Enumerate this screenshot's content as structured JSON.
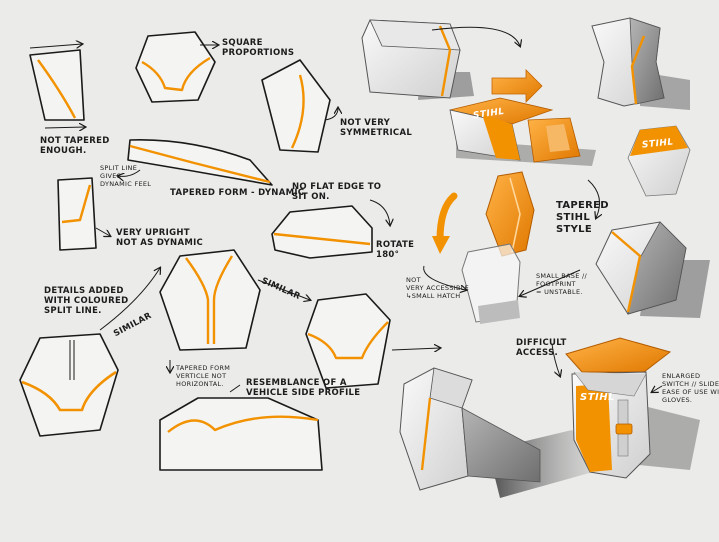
{
  "colors": {
    "paper": "#ebebea",
    "ink": "#1a1a1a",
    "accent": "#f39200",
    "accent_dark": "#d46f00",
    "render_light": "#f2f2f2",
    "render_mid": "#c9c9c9",
    "render_dark": "#8a8a8a",
    "shadow": "#6e6e6e"
  },
  "annotations": {
    "not_tapered_enough": "NOT TAPERED\nENOUGH.",
    "square_proportions": "SQUARE\nPROPORTIONS",
    "not_very_symmetrical": "NOT VERY\nSYMMETRICAL",
    "split_line_dynamic": "SPLIT LINE\nGIVES\nDYNAMIC FEEL",
    "tapered_form_dynamic": "TAPERED FORM - DYNAMIC",
    "very_upright": "VERY UPRIGHT\nNOT AS DYNAMIC",
    "no_flat_edge": "NO FLAT EDGE TO\nSIT ON.",
    "rotate": "ROTATE\n180°",
    "details_added": "DETAILS ADDED\nWITH COLOURED\nSPLIT LINE.",
    "similar_1": "SIMILAR",
    "similar_2": "SIMILAR",
    "tapered_vertical": "TAPERED FORM\nVERTICLE NOT\nHORIZONTAL.",
    "vehicle_profile": "RESEMBLANCE OF A\nVEHICLE SIDE PROFILE",
    "tapered_stihl_style": "TAPERED\nSTIHL\nSTYLE",
    "not_very_accessible": "NOT\nVERY ACCESSIBLE\n↳SMALL HATCH",
    "small_base": "SMALL BASE //\nFOOTPRINT\n= UNSTABLE.",
    "difficult_access": "DIFFICULT\nACCESS.",
    "enlarged_switch": "ENLARGED\nSWITCH // SLIDER\nEASE OF USE WITH\nGLOVES."
  },
  "brand": {
    "top_render": "STIHL",
    "emblem": "STIHL",
    "final_render": "STIHL"
  }
}
